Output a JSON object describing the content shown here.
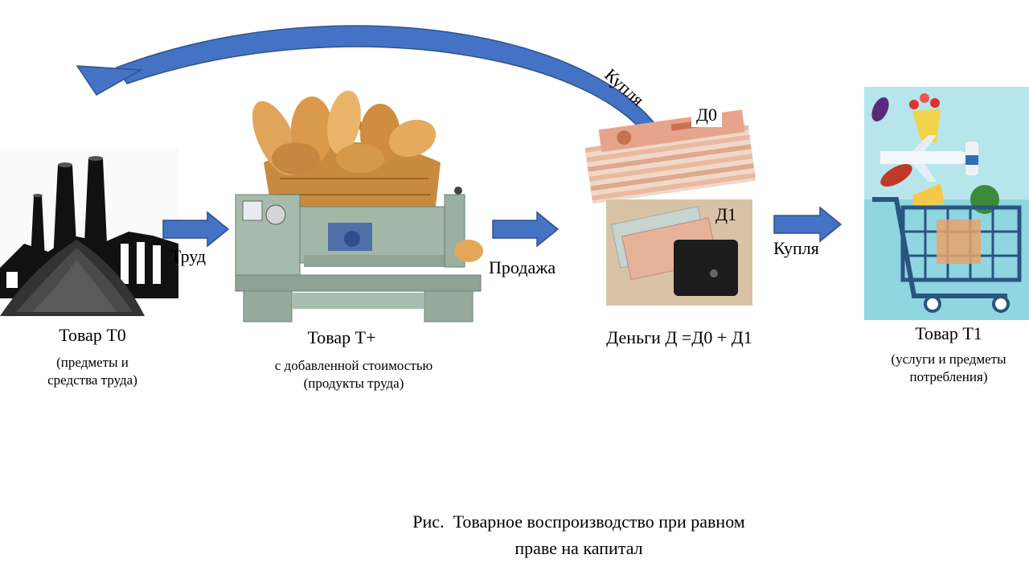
{
  "nodes": {
    "t0": {
      "title": "Товар Т0",
      "subtitle_lines": [
        "(предметы и",
        "средства труда)"
      ],
      "icon": "factory-coal-icon"
    },
    "tplus": {
      "title": "Товар Т+",
      "subtitle_lines": [
        "с добавленной стоимостью",
        "(продукты труда)"
      ],
      "icon": "lathe-bread-icon"
    },
    "money": {
      "title": "Деньги Д =Д0 + Д1",
      "tag_d0": "Д0",
      "tag_d1": "Д1",
      "icon": "banknotes-wallet-icon"
    },
    "t1": {
      "title": "Товар Т1",
      "subtitle_lines": [
        "(услуги и предметы",
        "потребления)"
      ],
      "icon": "shopping-cart-icon"
    }
  },
  "arrows": {
    "labor": "Труд",
    "sale": "Продажа",
    "purchase": "Купля",
    "curved_purchase": "Купля"
  },
  "caption_lines": [
    "Рис.  Товарное воспроизводство при равном",
    "праве на капитал"
  ],
  "colors": {
    "arrow": "#4472c4",
    "arrow_dark": "#2f528f"
  }
}
